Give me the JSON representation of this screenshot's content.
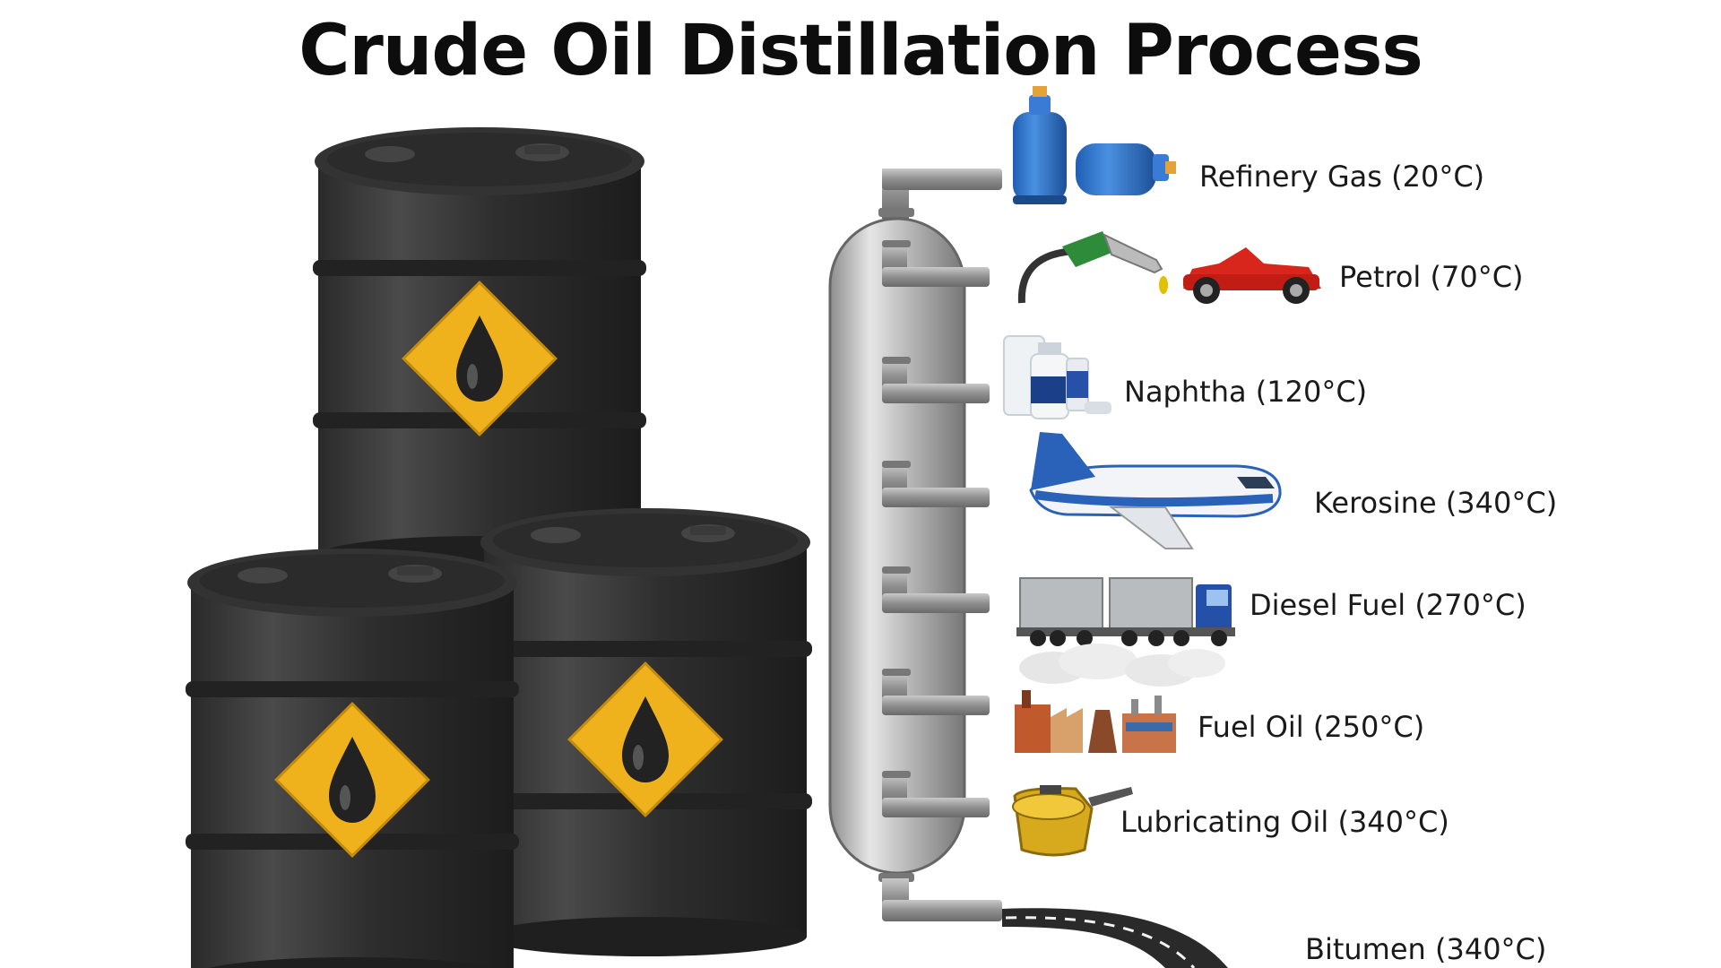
{
  "title": "Crude Oil Distillation Process",
  "fractions": [
    {
      "name": "Refinery Gas",
      "temp": "(20°C)",
      "icon": "gas-cylinder-icon"
    },
    {
      "name": "Petrol",
      "temp": "(70°C)",
      "icon": "fuel-nozzle-car-icon"
    },
    {
      "name": "Naphtha",
      "temp": "(120°C)",
      "icon": "chemical-bottles-icon"
    },
    {
      "name": "Kerosine",
      "temp": "(340°C)",
      "icon": "airplane-icon"
    },
    {
      "name": "Diesel Fuel",
      "temp": "(270°C)",
      "icon": "truck-icon"
    },
    {
      "name": "Fuel Oil",
      "temp": "(250°C)",
      "icon": "factory-icon"
    },
    {
      "name": "Lubricating Oil",
      "temp": "(340°C)",
      "icon": "oil-can-icon"
    },
    {
      "name": "Bitumen",
      "temp": "(340°C)",
      "icon": "road-icon"
    }
  ],
  "colors": {
    "barrel": "#3b3b3b",
    "hazard_diamond": "#f0b21c",
    "column": "#b8b8b8",
    "pipe": "#8a8a8a"
  }
}
